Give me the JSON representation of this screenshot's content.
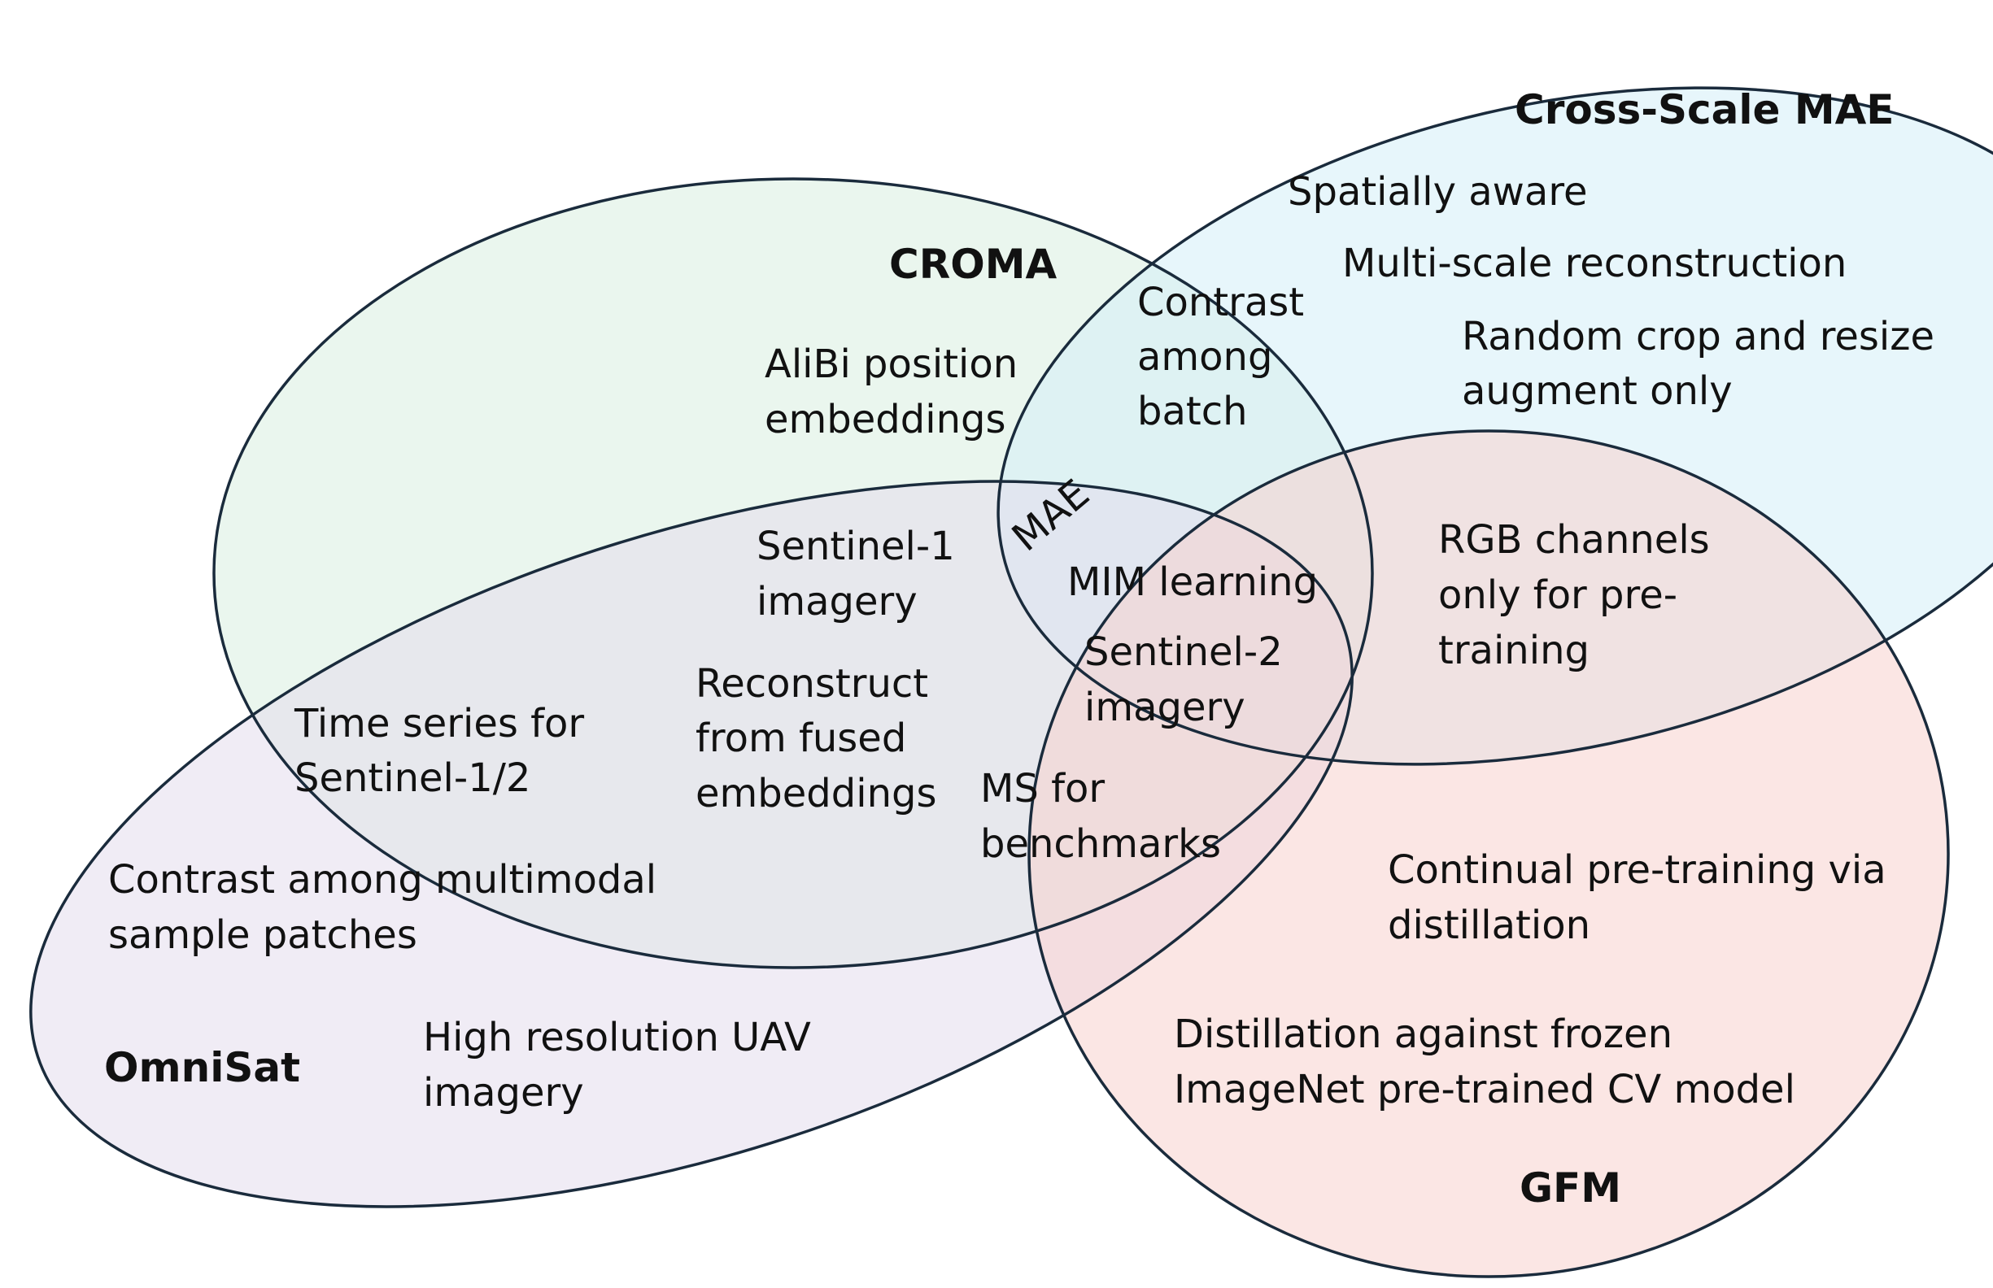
{
  "sets": {
    "croma": {
      "name": "CROMA",
      "color": "#d9efe0"
    },
    "cross_scale_mae": {
      "name": "Cross-Scale MAE",
      "color": "#d3eef8"
    },
    "omnisat": {
      "name": "OmniSat",
      "color": "#e3dced"
    },
    "gfm": {
      "name": "GFM",
      "color": "#f7d2ce"
    }
  },
  "regions": {
    "cross_scale_only": {
      "spatially_aware": "Spatially aware",
      "multi_scale": "Multi-scale reconstruction",
      "random_crop": [
        "Random crop and resize",
        "augment only"
      ]
    },
    "croma_only": {
      "alibi": [
        "AliBi position",
        "embeddings"
      ]
    },
    "croma_cross_scale": {
      "contrast_batch": [
        "Contrast",
        "among",
        "batch"
      ]
    },
    "mae_overlap": {
      "mae": "MAE"
    },
    "croma_omnisat": {
      "sentinel1": [
        "Sentinel-1",
        "imagery"
      ],
      "reconstruct": [
        "Reconstruct",
        "from fused",
        "embeddings"
      ]
    },
    "center": {
      "mim": "MIM learning",
      "sentinel2": [
        "Sentinel-2",
        "imagery"
      ]
    },
    "cross_scale_gfm": {
      "rgb": [
        "RGB channels",
        "only for pre-",
        "training"
      ]
    },
    "omnisat_gfm": {
      "ms": [
        "MS for",
        "benchmarks"
      ]
    },
    "omnisat_only": {
      "time_series": [
        "Time series for",
        "Sentinel-1/2"
      ],
      "contrast_multimodal": [
        "Contrast among multimodal",
        "sample patches"
      ],
      "uav": [
        "High resolution UAV",
        "imagery"
      ]
    },
    "gfm_only": {
      "continual": [
        "Continual pre-training via",
        "distillation"
      ],
      "distillation": [
        "Distillation against frozen",
        "ImageNet pre-trained CV model"
      ]
    }
  }
}
